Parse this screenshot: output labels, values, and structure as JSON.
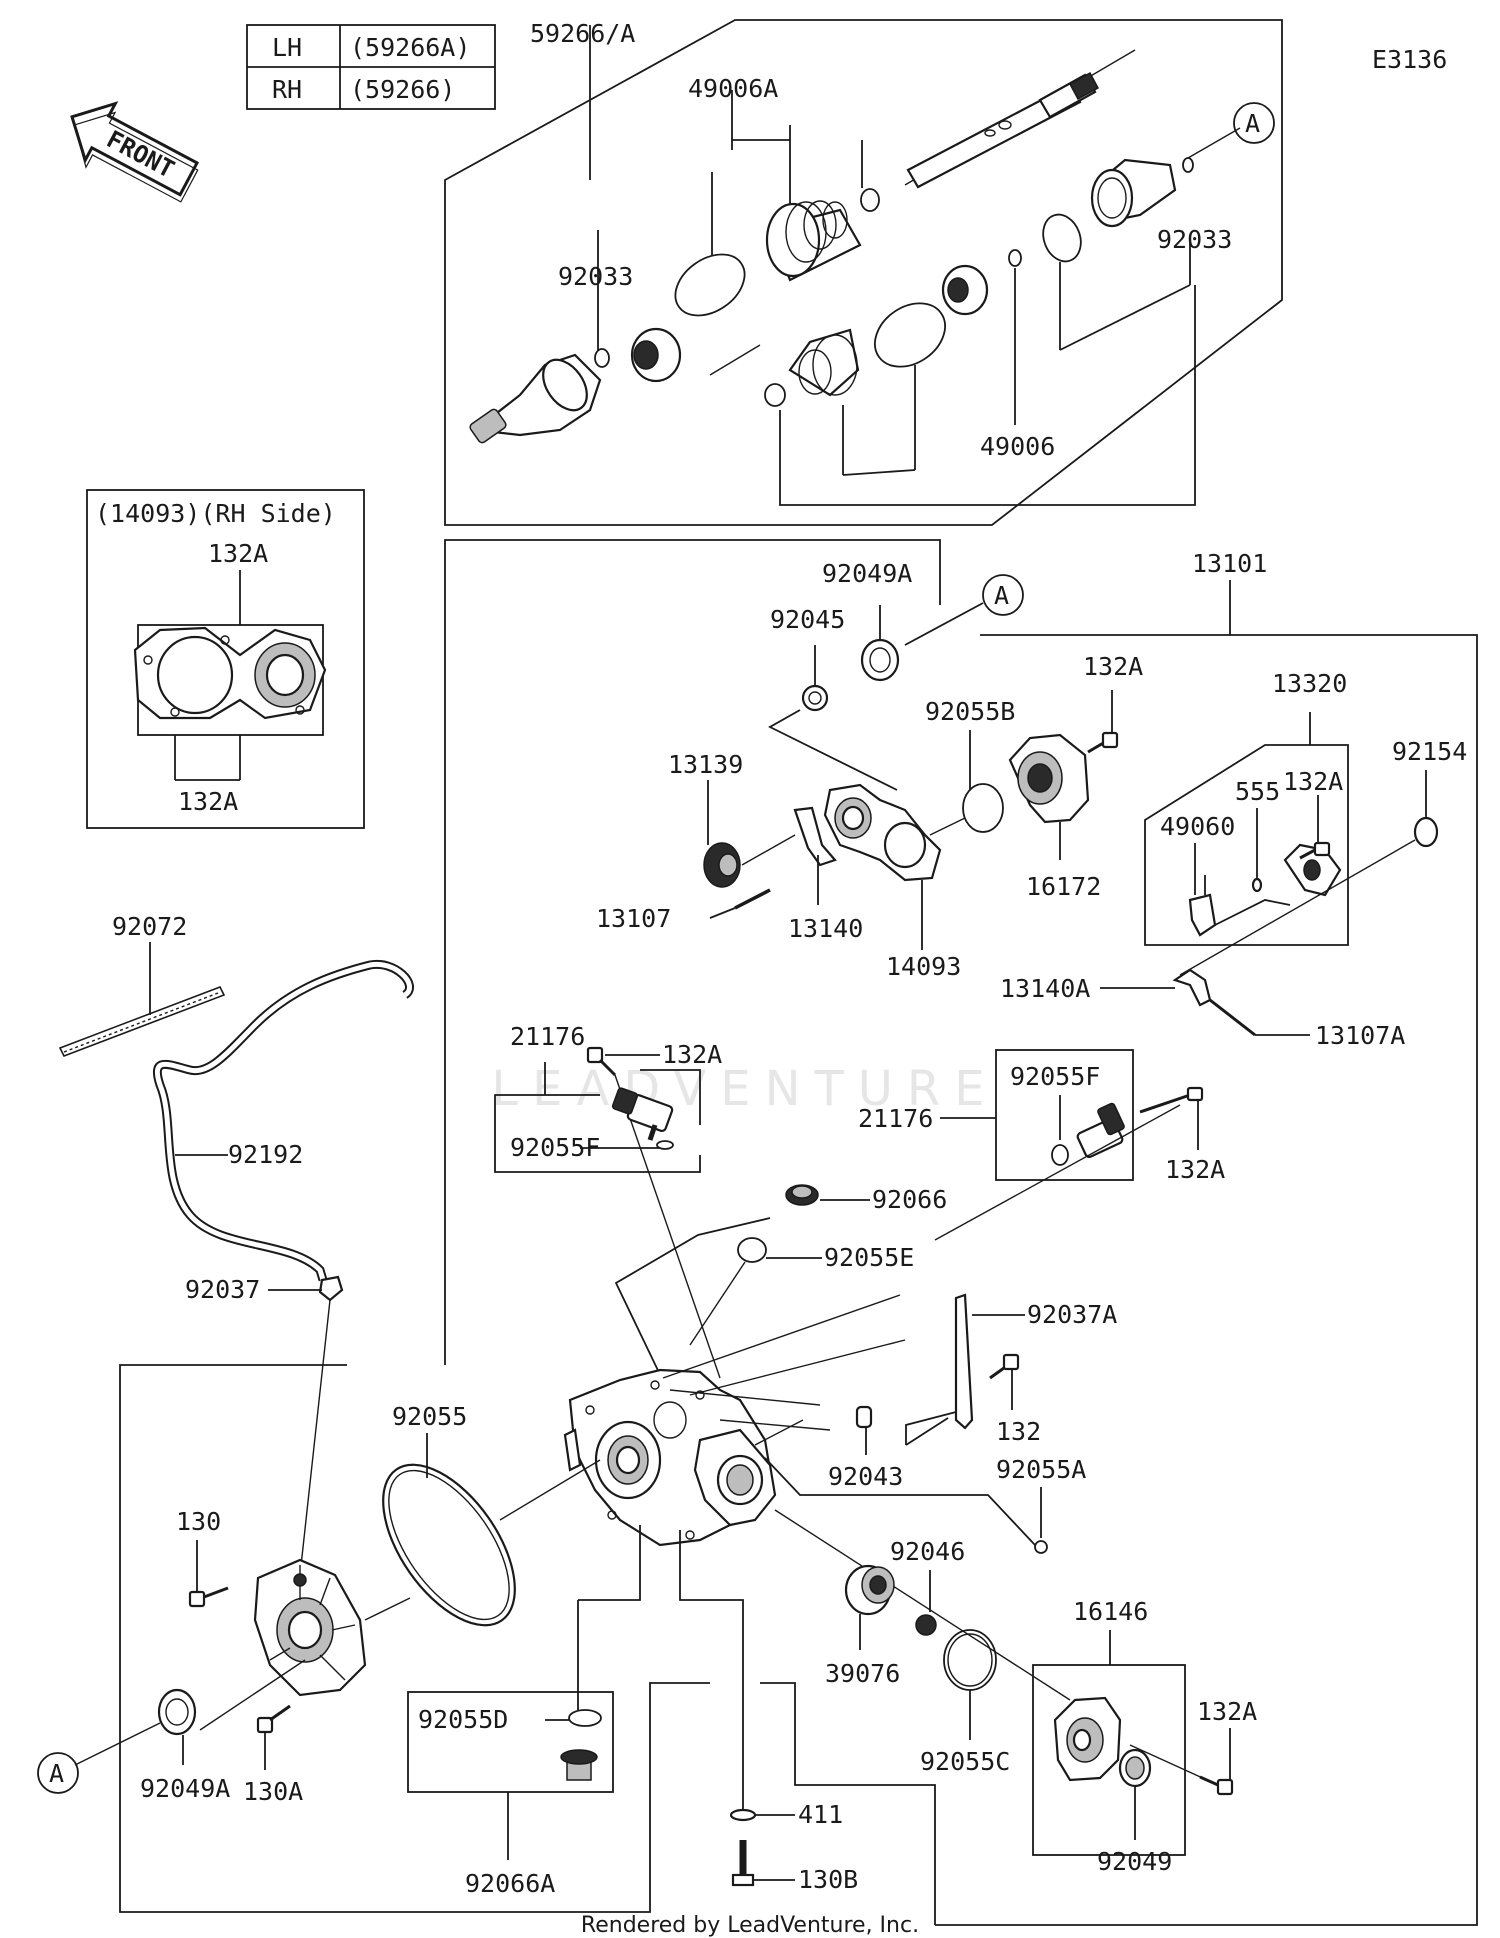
{
  "diagram_code": "E3136",
  "footer": "Rendered by LeadVenture, Inc.",
  "watermark": "LEADVENTURE",
  "front_arrow": "FRONT",
  "side_table": [
    {
      "side": "LH",
      "part": "(59266A)"
    },
    {
      "side": "RH",
      "part": "(59266)"
    }
  ],
  "inset_title": "(14093)(RH Side)",
  "ref_marker": "A",
  "labels": {
    "p59266A": "59266/A",
    "p49006A": "49006A",
    "p92033_left": "92033",
    "p92033_right": "92033",
    "p49006": "49006",
    "p132A_inset_top": "132A",
    "p132A_inset_bottom": "132A",
    "p13101": "13101",
    "p92049A_top": "92049A",
    "p92045": "92045",
    "p132A_top": "132A",
    "p13320": "13320",
    "p92055B": "92055B",
    "p92154": "92154",
    "p132A_13320": "132A",
    "p555": "555",
    "p49060": "49060",
    "p13139": "13139",
    "p16172": "16172",
    "p13107": "13107",
    "p13140": "13140",
    "p14093": "14093",
    "p92072": "92072",
    "p132A_mid": "132A",
    "p13140A": "13140A",
    "p13107A": "13107A",
    "p21176_left": "21176",
    "p92055F_left": "92055F",
    "p92055F_right": "92055F",
    "p21176_right": "21176",
    "p132A_right": "132A",
    "p92192": "92192",
    "p92066": "92066",
    "p92055E": "92055E",
    "p92037": "92037",
    "p92037A": "92037A",
    "p92055": "92055",
    "p132": "132",
    "p92043": "92043",
    "p92055A": "92055A",
    "p130": "130",
    "p92046": "92046",
    "p16146": "16146",
    "p39076": "39076",
    "p92055D": "92055D",
    "p132A_bottom": "132A",
    "p92049A_bottom": "92049A",
    "p130A": "130A",
    "p92055C": "92055C",
    "p92049": "92049",
    "p411": "411",
    "p92066A": "92066A",
    "p130B": "130B"
  }
}
